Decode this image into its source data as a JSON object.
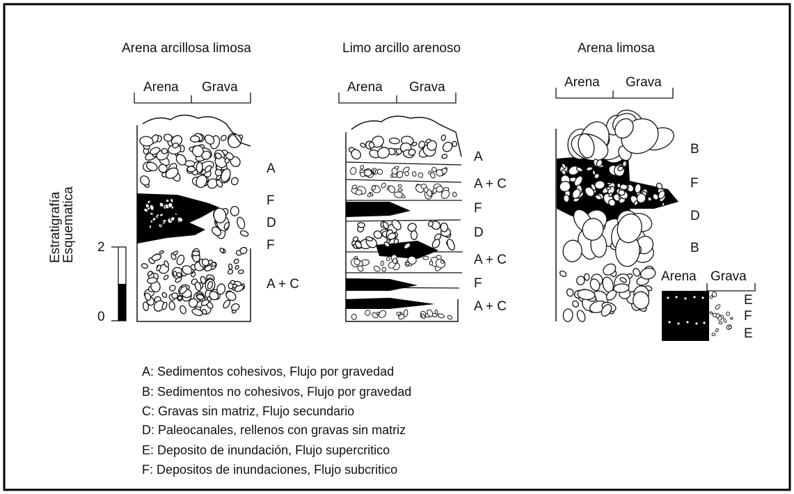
{
  "columns": [
    {
      "title": "Arena arcillosa limosa",
      "header": [
        "Arena",
        "Grava"
      ],
      "units": [
        "A",
        "F",
        "D",
        "F",
        "A + C"
      ]
    },
    {
      "title": "Limo arcillo arenoso",
      "header": [
        "Arena",
        "Grava"
      ],
      "units": [
        "A",
        "A + C",
        "F",
        "D",
        "A + C",
        "F",
        "A + C"
      ]
    },
    {
      "title": "Arena limosa",
      "header": [
        "Arena",
        "Grava"
      ],
      "units": [
        "B",
        "F",
        "D",
        "B"
      ]
    }
  ],
  "inset": {
    "header": [
      "Arena",
      "Grava"
    ],
    "units": [
      "E",
      "F",
      "E"
    ]
  },
  "axis": {
    "label_line1": "Estratigrafía",
    "label_line2": "Esquematica",
    "top": "2",
    "bottom": "0"
  },
  "legend": [
    "A: Sedimentos cohesivos, Flujo por gravedad",
    "B: Sedimentos no cohesivos, Flujo por gravedad",
    "C: Gravas sin matriz, Flujo secundario",
    "D: Paleocanales, rellenos con gravas sin  matriz",
    "E: Deposito de inundación, Flujo supercritico",
    "F: Depositos de inundaciones, Flujo subcritico"
  ]
}
